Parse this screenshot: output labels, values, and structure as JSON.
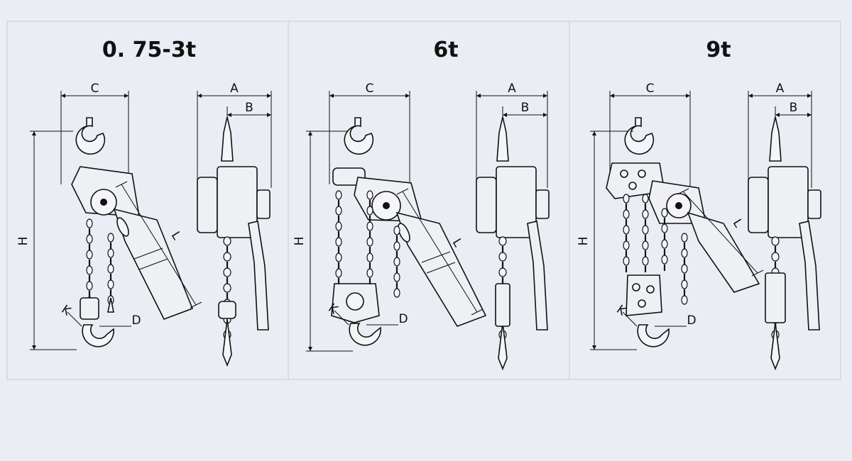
{
  "panels": [
    {
      "id": "small",
      "title": "0. 75-3t",
      "labels": {
        "H": "H",
        "C": "C",
        "A": "A",
        "B": "B",
        "L": "L",
        "K": "K",
        "D": "D"
      }
    },
    {
      "id": "mid",
      "title": "6t",
      "labels": {
        "H": "H",
        "C": "C",
        "A": "A",
        "B": "B",
        "L": "L",
        "K": "K",
        "D": "D"
      }
    },
    {
      "id": "large",
      "title": "9t",
      "labels": {
        "H": "H",
        "C": "C",
        "A": "A",
        "B": "B",
        "L": "L",
        "K": "K",
        "D": "D"
      }
    }
  ]
}
